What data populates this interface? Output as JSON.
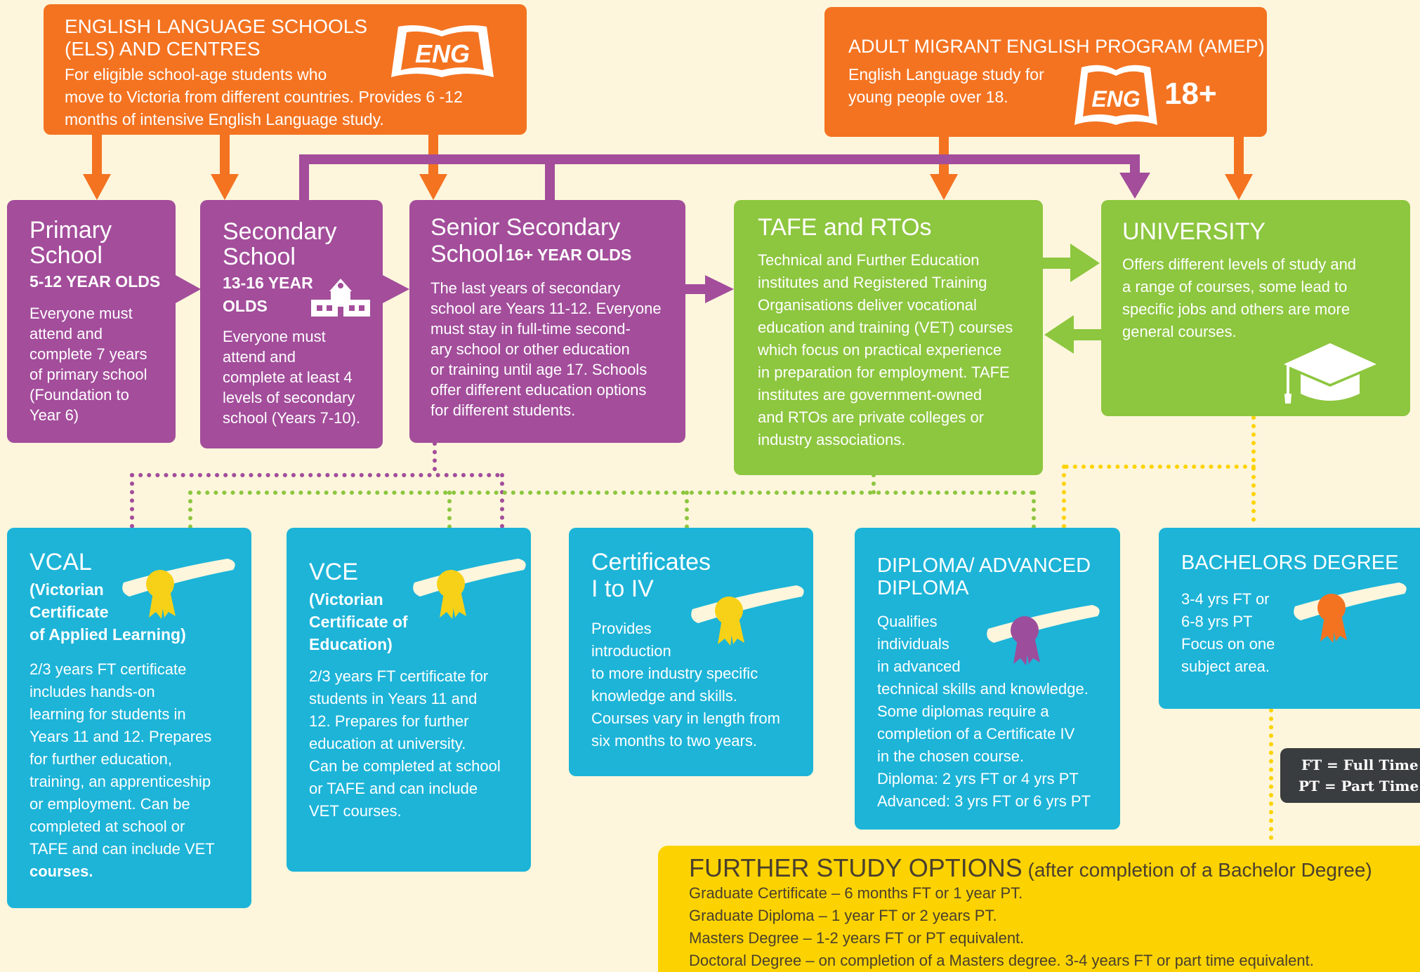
{
  "colors": {
    "orange": "#f47321",
    "purple": "#a34d9b",
    "green": "#8dc63f",
    "blue": "#1db4d8",
    "yellow": "#fcd300",
    "cream": "#fdf6dc",
    "ribbon_yellow": "#f7d117",
    "ribbon_purple": "#9c4d9c",
    "ribbon_orange": "#f47321"
  },
  "els": {
    "title": [
      "ENGLISH LANGUAGE SCHOOLS",
      "(ELS) AND CENTRES"
    ],
    "body": [
      "For eligible school-age students who",
      "move to Victoria from different countries. Provides 6 -12",
      "months of intensive English Language study."
    ],
    "icon_text": "ENG"
  },
  "amep": {
    "title": "ADULT MIGRANT ENGLISH PROGRAM (AMEP)",
    "body": [
      "English Language study for",
      "young people over 18."
    ],
    "icon_text": "ENG",
    "age": "18+"
  },
  "primary": {
    "title": [
      "Primary",
      "School"
    ],
    "age": "5-12 YEAR OLDS",
    "body": [
      "Everyone must",
      "attend and",
      "complete 7 years",
      "of primary school",
      "(Foundation to",
      "Year 6)"
    ]
  },
  "secondary": {
    "title": [
      "Secondary",
      "School"
    ],
    "age": [
      "13-16 YEAR",
      "OLDS"
    ],
    "body": [
      "Everyone must",
      "attend and",
      "complete at least 4",
      "levels of secondary",
      "school (Years 7-10)."
    ]
  },
  "senior": {
    "title": [
      "Senior Secondary",
      "School"
    ],
    "age": "16+ YEAR OLDS",
    "body": [
      "The last years of secondary",
      "school are Years 11-12. Everyone",
      "must stay in full-time second-",
      "ary school or other education",
      "or training until age 17. Schools",
      "offer different education options",
      "for different students."
    ]
  },
  "tafe": {
    "title": "TAFE and RTOs",
    "body": [
      "Technical and Further Education",
      "institutes and Registered Training",
      "Organisations deliver vocational",
      "education and training (VET) courses",
      "which focus on practical experience",
      "in preparation for employment. TAFE",
      "institutes are government-owned",
      "and RTOs are private colleges or",
      "industry associations."
    ]
  },
  "university": {
    "title": "UNIVERSITY",
    "body": [
      "Offers different levels of study and",
      "a range of courses, some lead to",
      "specific jobs and others are more",
      "general courses."
    ]
  },
  "vcal": {
    "title": "VCAL",
    "sub": [
      "(Victorian",
      "Certificate",
      "of Applied Learning)"
    ],
    "body": [
      "2/3 years FT certificate",
      "includes hands-on",
      "learning for students in",
      "Years 11 and 12. Prepares",
      "for further education,",
      "training, an apprenticeship",
      "or employment. Can be",
      "completed at school or",
      "TAFE and can include VET"
    ],
    "body_last": "courses."
  },
  "vce": {
    "title": "VCE",
    "sub": [
      "(Victorian",
      "Certificate of",
      "Education)"
    ],
    "body": [
      "2/3 years FT certificate for",
      "students in Years 11 and",
      "12. Prepares for further",
      "education at university.",
      "Can be completed at school",
      "or TAFE and can include",
      "VET courses."
    ]
  },
  "certificates": {
    "title": [
      "Certificates",
      "I to IV"
    ],
    "body": [
      "Provides",
      "introduction",
      "to more industry specific",
      "knowledge and skills.",
      "Courses vary in length from",
      "six months to two years."
    ]
  },
  "diploma": {
    "title": [
      "DIPLOMA/ ADVANCED",
      "DIPLOMA"
    ],
    "body": [
      "Qualifies",
      "individuals",
      "in advanced",
      "technical skills and knowledge.",
      "Some diplomas require a",
      "completion of a Certificate IV",
      "in the chosen course.",
      "Diploma: 2 yrs FT or 4 yrs PT",
      "Advanced: 3 yrs FT or 6 yrs PT"
    ]
  },
  "bachelors": {
    "title": "BACHELORS DEGREE",
    "body": [
      "3-4 yrs FT or",
      "6-8 yrs PT",
      "Focus on one",
      "subject area."
    ]
  },
  "legend": {
    "ft": "FT = Full Time",
    "pt": "PT = Part Time"
  },
  "further": {
    "title": "FURTHER STUDY OPTIONS",
    "title_suffix": " (after completion of a Bachelor Degree)",
    "items": [
      "Graduate Certificate – 6 months FT or 1 year PT.",
      "Graduate Diploma – 1 year FT or 2 years PT.",
      "Masters Degree – 1-2 years FT or  PT equivalent.",
      "Doctoral Degree – on completion of a Masters degree. 3-4 years FT or part time equivalent."
    ]
  }
}
